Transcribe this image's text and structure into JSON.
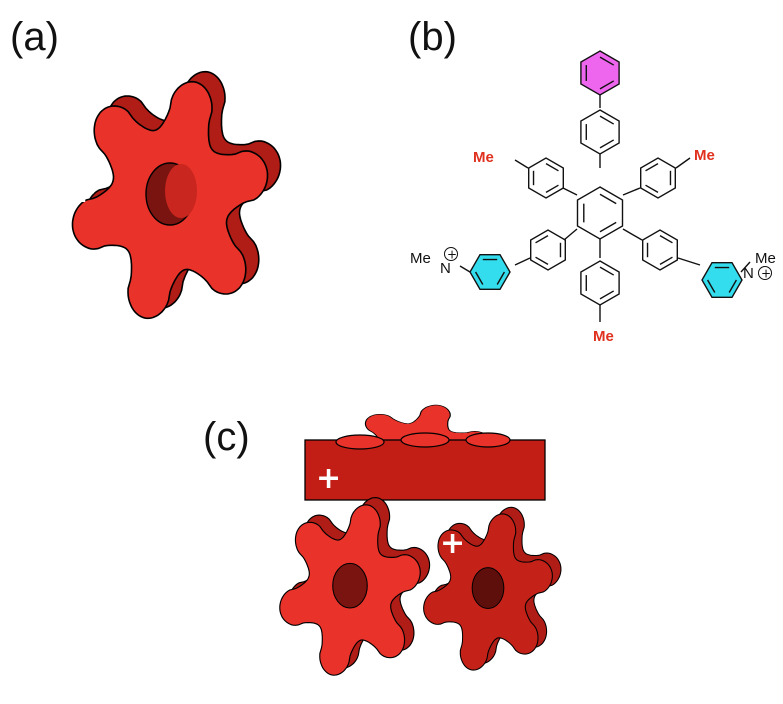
{
  "labels": {
    "panel_a": "(a)",
    "panel_b": "(b)",
    "panel_c": "(c)"
  },
  "symbols": {
    "plus": "+",
    "charge_plus": "+"
  },
  "chem": {
    "methyl_top_left": "Me",
    "methyl_top_right": "Me",
    "methyl_bottom": "Me",
    "methyl_n_left": "Me",
    "methyl_n_right": "Me",
    "nitrogen_left": "N",
    "nitrogen_right": "N"
  },
  "colors": {
    "gear_front": "#e8322a",
    "gear_side": "#b01c16",
    "phenyl_fill": "#ee66ee",
    "pyridinium_fill": "#33ddee",
    "methyl_text": "#e0301e"
  }
}
